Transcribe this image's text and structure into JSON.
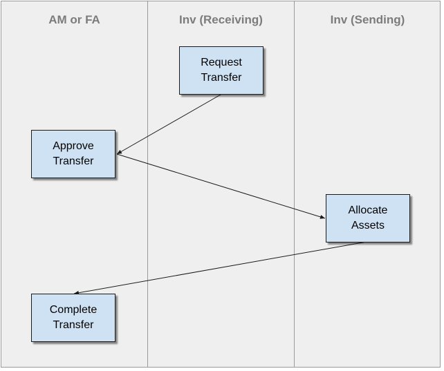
{
  "lanes": [
    {
      "header": "AM or FA"
    },
    {
      "header": "Inv (Receiving)"
    },
    {
      "header": "Inv (Sending)"
    }
  ],
  "steps": [
    {
      "line1": "Request",
      "line2": "Transfer"
    },
    {
      "line1": "Approve",
      "line2": "Transfer"
    },
    {
      "line1": "Allocate",
      "line2": "Assets"
    },
    {
      "line1": "Complete",
      "line2": "Transfer"
    }
  ],
  "colors": {
    "lane_background": "#efefef",
    "lane_border": "#9a9a9a",
    "header_text": "#7c7c7c",
    "box_fill": "#cfe2f3",
    "box_border": "#1a1a1a",
    "arrow": "#1a1a1a"
  }
}
